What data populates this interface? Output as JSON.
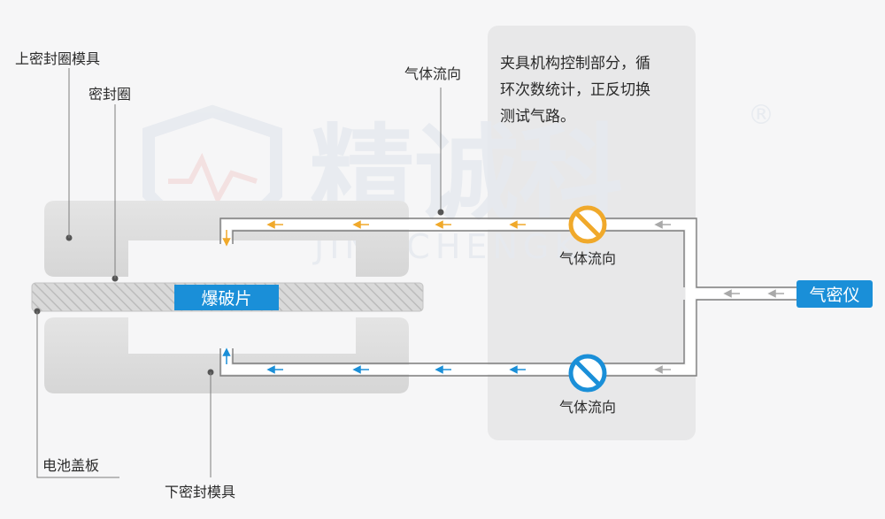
{
  "labels": {
    "upper_mold": "上密封圈模具",
    "seal_ring": "密封圈",
    "gas_flow_top": "气体流向",
    "gas_flow_valve_top": "气体流向",
    "gas_flow_valve_bottom": "气体流向",
    "battery_cover": "电池盖板",
    "lower_mold": "下密封模具",
    "rupture_disc": "爆破片",
    "instrument": "气密仪"
  },
  "control_note": {
    "line1": "夹具机构控制部分，循",
    "line2": "环次数统计，正反切换",
    "line3": "测试气路。"
  },
  "colors": {
    "upper_flow": "#f0a92b",
    "lower_flow": "#1a8fd8",
    "return_flow": "#a9a9a9",
    "accent_blue": "#1a8fd8",
    "mold_gray": "#dedede",
    "panel_gray": "#e8e8e9"
  },
  "watermark": {
    "text_cn": "精诚科",
    "text_en": "JINGCHENGKE",
    "mark": "®"
  }
}
